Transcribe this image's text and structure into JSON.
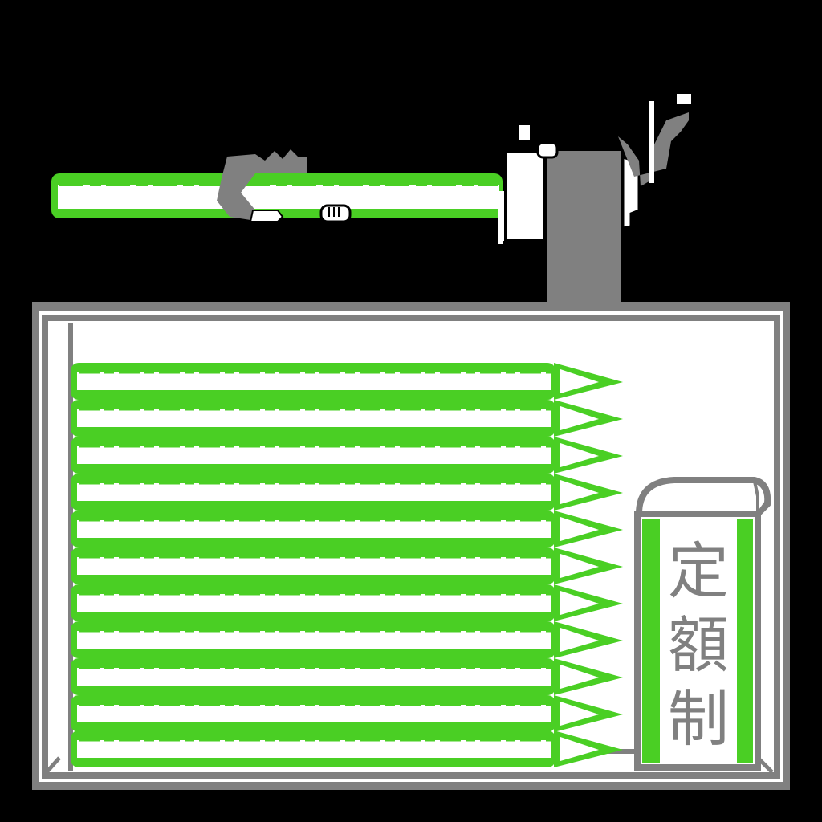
{
  "illustration": {
    "background_color": "#000000",
    "colors": {
      "green": "#4ACF24",
      "gray": "#808080",
      "white": "#FFFFFF",
      "black": "#000000"
    },
    "box": {
      "pencil_count": 11
    },
    "label": {
      "chars": [
        "定",
        "額",
        "制"
      ]
    }
  }
}
